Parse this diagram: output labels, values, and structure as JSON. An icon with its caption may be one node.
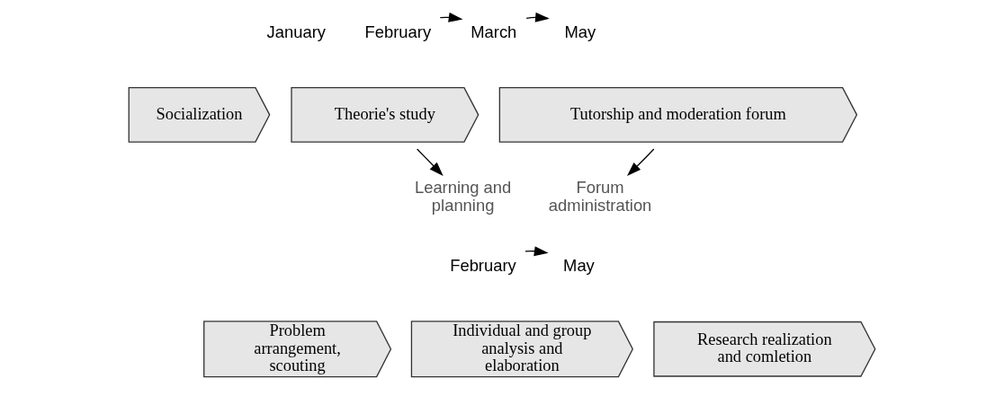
{
  "diagram": {
    "nodes": [
      {
        "text": [
          "January"
        ]
      },
      {
        "text": [
          "February"
        ]
      },
      {
        "text": [
          "March"
        ]
      },
      {
        "text": [
          "May"
        ]
      },
      {
        "text": [
          "Socialization"
        ]
      },
      {
        "text": [
          "Theorie's study"
        ]
      },
      {
        "text": [
          "Tutorship and moderation forum"
        ]
      },
      {
        "text": [
          "Learning and planning"
        ]
      },
      {
        "text": [
          "Forum administration"
        ]
      },
      {
        "text": [
          "February"
        ]
      },
      {
        "text": [
          "May"
        ]
      },
      {
        "text": [
          "Problem arrangement, scouting"
        ]
      },
      {
        "text": [
          "Individual and group analysis and elaboration"
        ]
      },
      {
        "text": [
          "Research realization and comletion"
        ]
      }
    ],
    "edges": [
      {
        "from": 1,
        "to": 2,
        "arrow": "to"
      },
      {
        "from": 2,
        "to": 3,
        "arrow": "to"
      },
      {
        "from": 5,
        "to": 7,
        "arrow": "to"
      },
      {
        "from": 6,
        "to": 8,
        "arrow": "to"
      },
      {
        "from": 9,
        "to": 10,
        "arrow": "to"
      }
    ]
  }
}
